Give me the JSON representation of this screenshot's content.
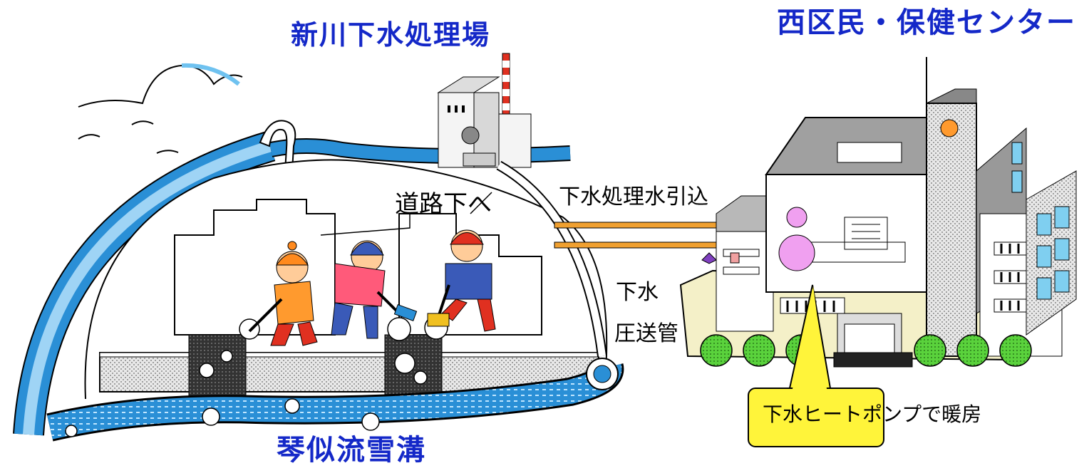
{
  "labels": {
    "treatment_plant": "新川下水処理場",
    "center": "西区民・保健センター",
    "snow_ditch": "琴似流雪溝",
    "under_road": "道路下へ",
    "treated_water_intake": "下水処理水引込",
    "sewer": "下水",
    "pressure_pipe": "圧送管",
    "heat_pump_callout": "下水ヒートポンプで暖房"
  },
  "colors": {
    "title_blue": "#1428c8",
    "water_blue": "#2a8fd6",
    "water_light": "#9fd4f5",
    "pipe_orange": "#f0a030",
    "callout_yellow": "#fff43a",
    "shrub_green": "#5ad23c",
    "building_gray": "#c8c8c8",
    "pink": "#f0a0f0"
  }
}
